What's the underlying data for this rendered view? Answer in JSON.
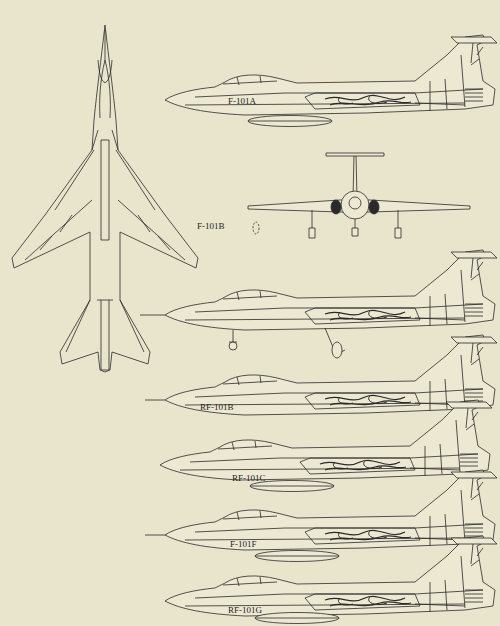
{
  "diagram": {
    "labels": [
      "F-101A",
      "F-101B",
      "RF-101B",
      "RF-101C",
      "F-101F",
      "RF-101G"
    ]
  }
}
